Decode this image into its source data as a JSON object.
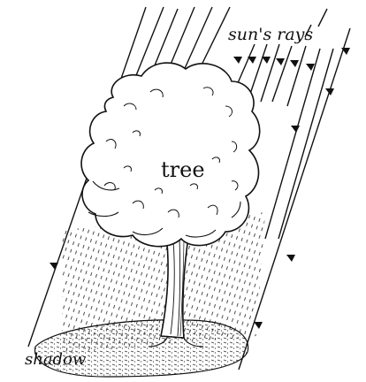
{
  "labels": {
    "rays": "sun's rays",
    "tree": "tree",
    "shadow": "shadow"
  },
  "colors": {
    "ink": "#111111",
    "paper": "#ffffff"
  }
}
